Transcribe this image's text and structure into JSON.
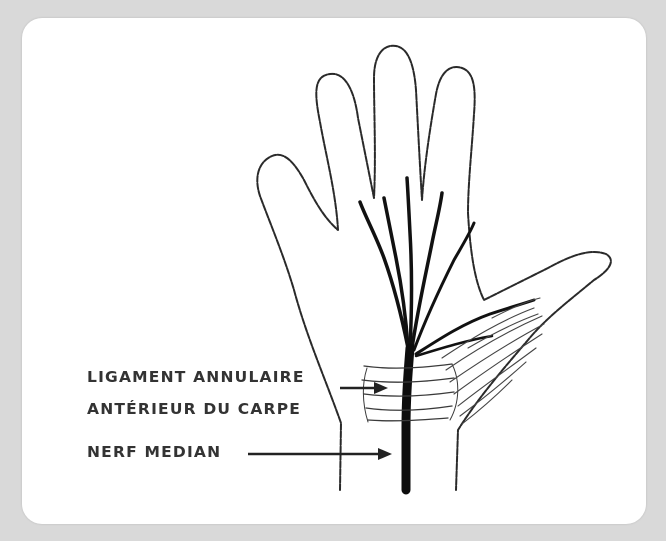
{
  "labels": {
    "ligament_line1": "LIGAMENT ANNULAIRE",
    "ligament_line2": "ANTÉRIEUR DU CARPE",
    "nerve": "NERF MEDIAN"
  },
  "colors": {
    "background": "#d9d9d9",
    "card": "#ffffff",
    "ink": "#222222",
    "label_text": "#333333"
  }
}
